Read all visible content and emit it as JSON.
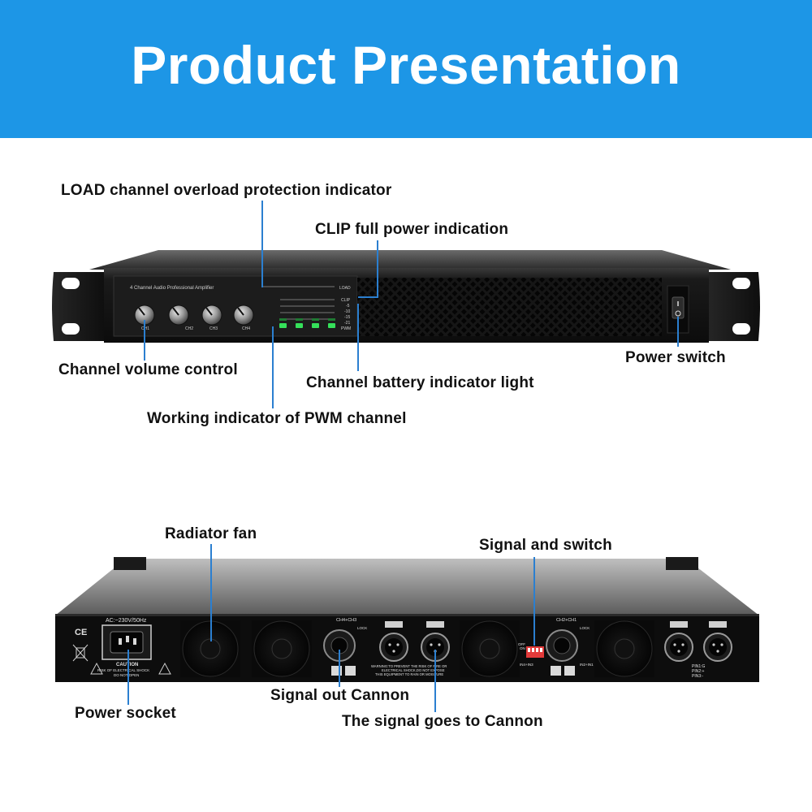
{
  "banner": {
    "title": "Product Presentation",
    "background": "#1d96e6",
    "text_color": "#ffffff"
  },
  "front_panel": {
    "model_text": "4 Channel Audio Professional Amplifier",
    "knob_labels": [
      "CH1",
      "CH2",
      "CH3",
      "CH4"
    ],
    "meter_labels": [
      "LOAD",
      "CLIP",
      "-5",
      "-10",
      "-15",
      "-21",
      "PWM"
    ],
    "callouts": {
      "load": "LOAD channel overload protection indicator",
      "clip": "CLIP full power indication",
      "volume": "Channel volume control",
      "battery": "Channel battery indicator light",
      "pwm": "Working indicator of PWM channel",
      "power_switch": "Power switch"
    },
    "indicator_color": "#35e05a"
  },
  "rear_panel": {
    "ac_label": "AC:~230V/50Hz",
    "ce_mark": "CE",
    "caution_title": "CAUTION",
    "caution_lines": [
      "RISK OF ELECTRICAL SHOCK",
      "DO NOT OPEN"
    ],
    "speakon_labels": [
      "CH4+CH3",
      "CH2+CH1"
    ],
    "lock_label": "LOCK",
    "off_on_labels": [
      "OFF",
      "ON"
    ],
    "bridge_label": "IN4+IN3",
    "bridge_label_2": "IN2+IN1",
    "warning_lines": [
      "WARNING:TO PREVENT THE RISK OF FIRE OR",
      "ELECTRICAL SHOCK,DO NOT EXPOSE",
      "THIS EQUIPMENT TO RAIN OR MOISTURE"
    ],
    "pin_labels": [
      "PIN1:G",
      "PIN2:+",
      "PIN3:-"
    ],
    "callouts": {
      "fan": "Radiator fan",
      "signal_switch": "Signal and switch",
      "signal_out": "Signal out Cannon",
      "power_socket": "Power socket",
      "signal_in": "The signal goes to Cannon"
    }
  }
}
